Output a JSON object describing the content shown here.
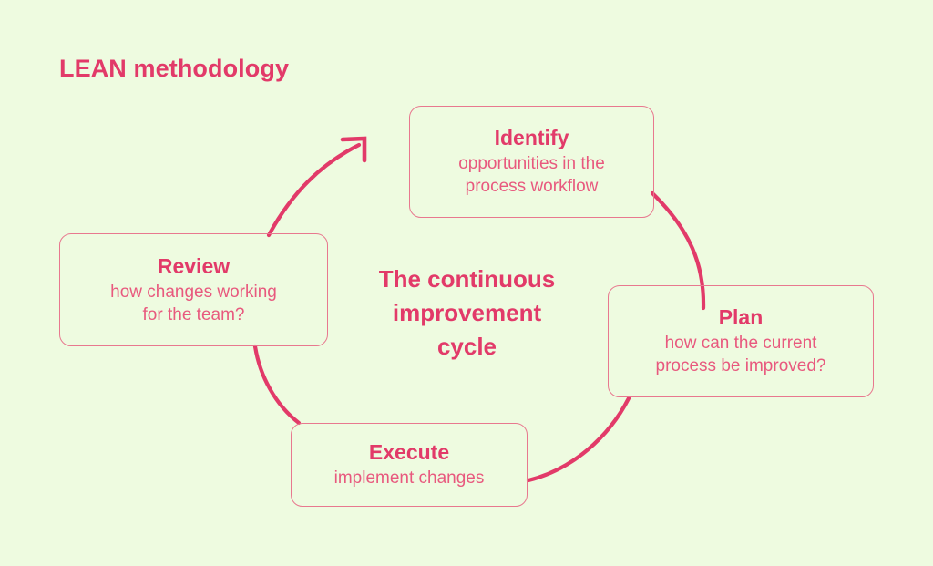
{
  "page": {
    "title": "LEAN methodology",
    "background_color": "#eefbe0",
    "accent_color": "#e23a69",
    "box_border_color": "#e8788f"
  },
  "center_label": {
    "lines": [
      "The continuous",
      "improvement",
      "cycle"
    ]
  },
  "stages": [
    {
      "id": "identify",
      "title": "Identify",
      "description_lines": [
        "opportunities in the",
        "process workflow"
      ]
    },
    {
      "id": "plan",
      "title": "Plan",
      "description_lines": [
        "how can the current",
        "process be improved?"
      ]
    },
    {
      "id": "execute",
      "title": "Execute",
      "description_lines": [
        "implement changes"
      ]
    },
    {
      "id": "review",
      "title": "Review",
      "description_lines": [
        "how changes working",
        "for the team?"
      ]
    }
  ],
  "connectors": [
    {
      "id": "identify-to-plan",
      "from": "identify",
      "to": "plan",
      "arrowhead": false
    },
    {
      "id": "plan-to-execute",
      "from": "plan",
      "to": "execute",
      "arrowhead": false
    },
    {
      "id": "execute-to-review",
      "from": "execute",
      "to": "review",
      "arrowhead": false
    },
    {
      "id": "review-to-identify",
      "from": "review",
      "to": "identify",
      "arrowhead": true
    }
  ]
}
